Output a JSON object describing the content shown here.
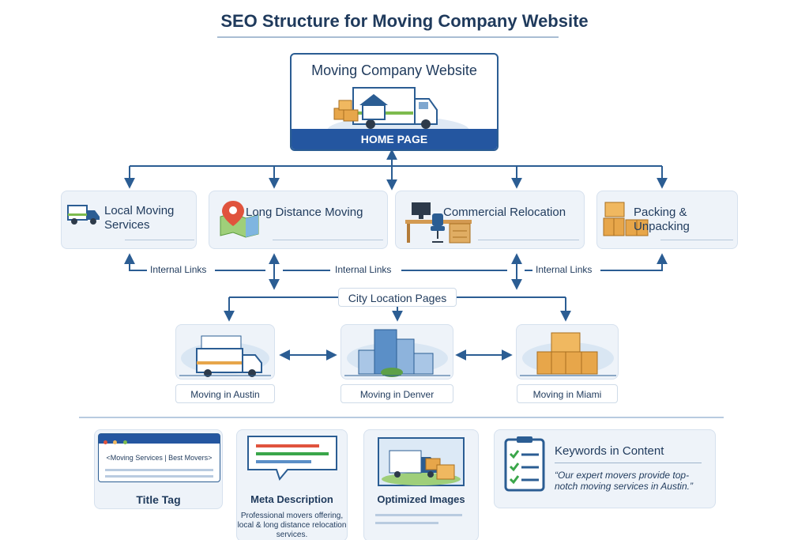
{
  "title": "SEO Structure for Moving Company Website",
  "home": {
    "name": "Moving Company Website",
    "band": "HOME PAGE"
  },
  "services": [
    {
      "label_line1": "Local Moving",
      "label_line2": "Services"
    },
    {
      "label_line1": "Long Distance Moving",
      "label_line2": ""
    },
    {
      "label_line1": "Commercial Relocation",
      "label_line2": ""
    },
    {
      "label_line1": "Packing & Unpacking",
      "label_line2": ""
    }
  ],
  "internal_links": [
    "Internal Links",
    "Internal Links",
    "Internal Links"
  ],
  "city_pages_label": "City Location Pages",
  "cities": [
    {
      "label": "Moving in Austin"
    },
    {
      "label": "Moving in Denver"
    },
    {
      "label": "Moving in Miami"
    }
  ],
  "seo": {
    "title_tag": {
      "title": "Title Tag",
      "browser_text": "<Moving Services | Best Movers>"
    },
    "meta_description": {
      "title": "Meta Description",
      "text_line1": "Professional movers offering,",
      "text_line2": "local & long distance relocation",
      "text_line3": "services."
    },
    "optimized_images": {
      "title": "Optimized Images"
    },
    "keywords": {
      "title": "Keywords in Content",
      "quote_line1": "“Our expert movers provide top-",
      "quote_line2": "notch moving services in Austin.”"
    }
  },
  "colors": {
    "navy": "#1f3a5c",
    "blue": "#2456a0",
    "card_bg": "#eef3f9",
    "box_orange": "#e7a64a",
    "green_check": "#3aa64a"
  }
}
